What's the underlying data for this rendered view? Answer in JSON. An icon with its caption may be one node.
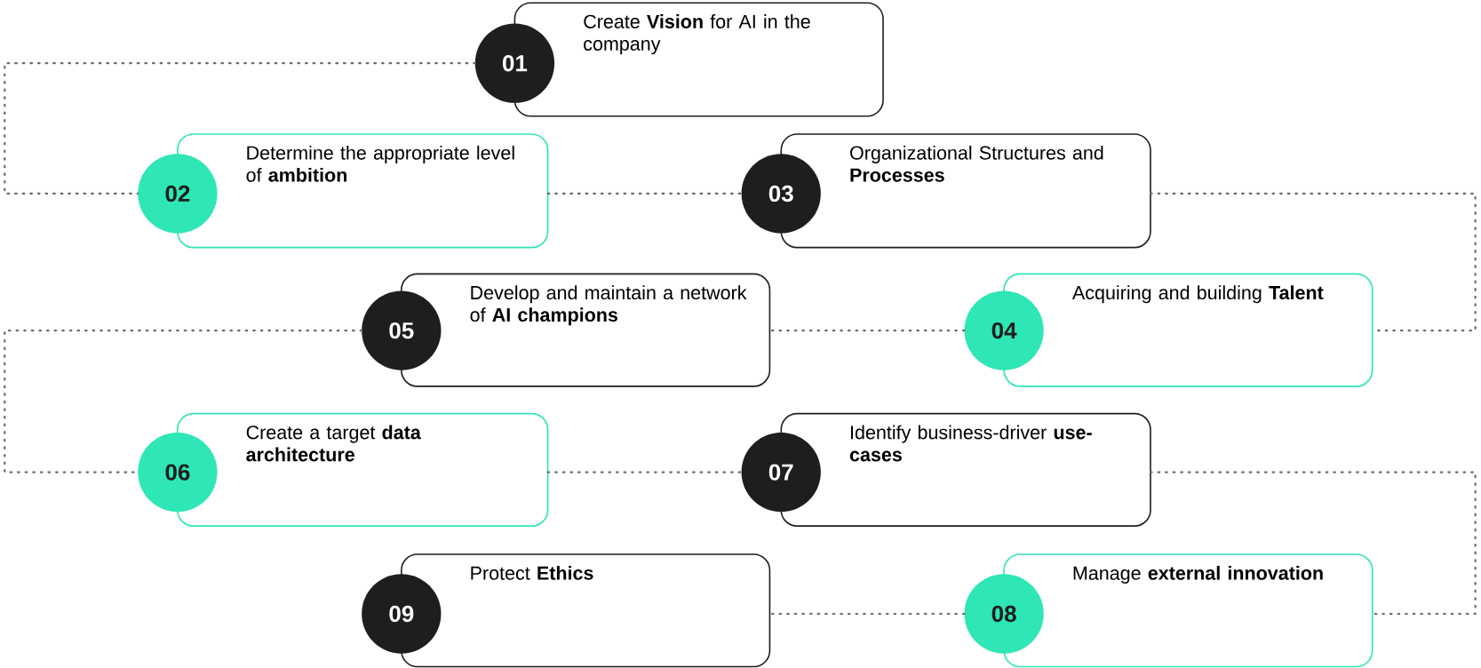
{
  "diagram": {
    "nodes": [
      {
        "text": [
          "01",
          "Create **Vision** for AI in the company"
        ]
      },
      {
        "text": [
          "02",
          "Determine the appropriate level of **ambition**"
        ]
      },
      {
        "text": [
          "03",
          "Organizational Structures and **Processes**"
        ]
      },
      {
        "text": [
          "05",
          "Develop and maintain a network of **AI champions**"
        ]
      },
      {
        "text": [
          "04",
          "Acquiring and building **Talent**"
        ]
      },
      {
        "text": [
          "06",
          "Create a target **data architecture**"
        ]
      },
      {
        "text": [
          "07",
          "Identify business-driver **use-cases**"
        ]
      },
      {
        "text": [
          "09",
          "Protect **Ethics**"
        ]
      },
      {
        "text": [
          "08",
          "Manage **external innovation**"
        ]
      }
    ],
    "edges": [
      {
        "from": 0,
        "to": 1,
        "arrow": "none"
      },
      {
        "from": 1,
        "to": 2,
        "arrow": "none"
      },
      {
        "from": 2,
        "to": 4,
        "arrow": "none"
      },
      {
        "from": 4,
        "to": 3,
        "arrow": "none"
      },
      {
        "from": 3,
        "to": 5,
        "arrow": "none"
      },
      {
        "from": 5,
        "to": 6,
        "arrow": "none"
      },
      {
        "from": 6,
        "to": 8,
        "arrow": "none"
      },
      {
        "from": 8,
        "to": 7,
        "arrow": "none"
      }
    ]
  }
}
